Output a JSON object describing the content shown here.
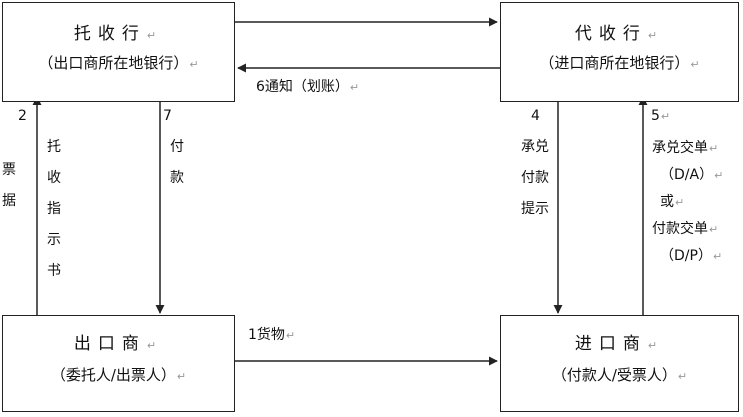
{
  "boxes": {
    "remitting_bank": {
      "title": "托收行",
      "subtitle": "（出口商所在地银行）"
    },
    "collecting_bank": {
      "title": "代收行",
      "subtitle": "（进口商所在地银行）"
    },
    "exporter": {
      "title": "出口商",
      "subtitle": "（委托人/出票人）"
    },
    "importer": {
      "title": "进口商",
      "subtitle": "（付款人/受票人）"
    }
  },
  "labels": {
    "goods": "1货物",
    "step2_number": "2",
    "step2_partial": [
      "票",
      "据"
    ],
    "step2_text": [
      "托",
      "收",
      "指",
      "示",
      "书"
    ],
    "step4_number": "4",
    "step4_text": [
      "承兑",
      "付款",
      "提示"
    ],
    "step5_number": "5",
    "step5_text": [
      "承兑交单",
      "（D/A）",
      "或",
      "付款交单",
      "（D/P）"
    ],
    "notice": "6通知（划账）",
    "step7_number": "7",
    "step7_text": [
      "付",
      "款"
    ]
  },
  "paragraph_mark": "↵",
  "colors": {
    "line": "#222222",
    "background": "#ffffff",
    "text": "#111111",
    "mark": "#999999"
  }
}
